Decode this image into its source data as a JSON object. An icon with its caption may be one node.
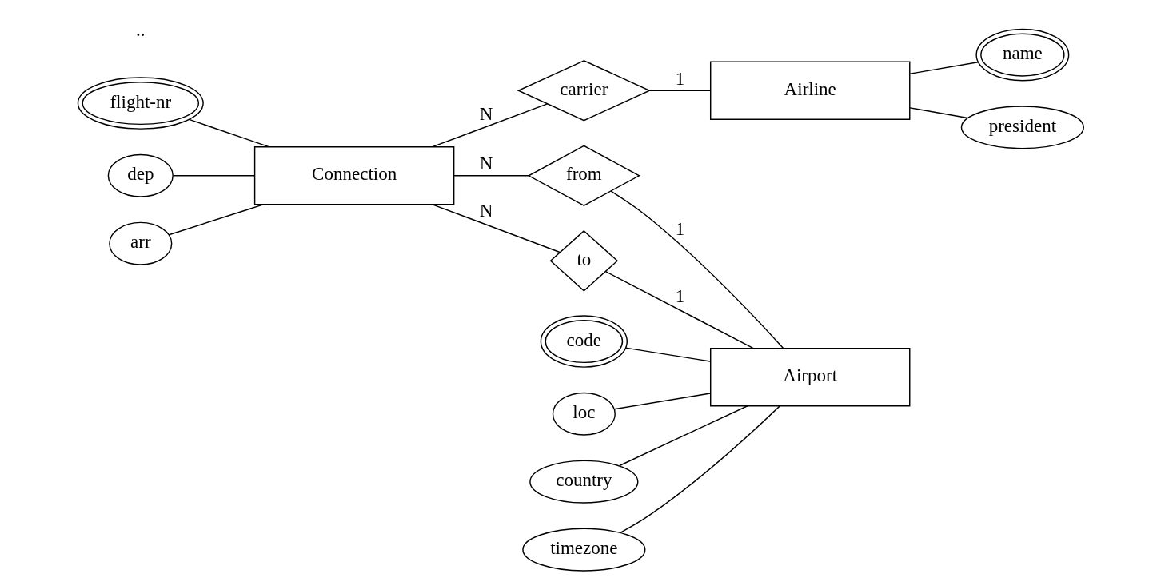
{
  "diagram": {
    "nodes": [
      {
        "text": [
          "flight-nr"
        ]
      },
      {
        "text": [
          "dep"
        ]
      },
      {
        "text": [
          "arr"
        ]
      },
      {
        "text": [
          "Connection"
        ]
      },
      {
        "text": [
          "carrier"
        ]
      },
      {
        "text": [
          "Airline"
        ]
      },
      {
        "text": [
          "name"
        ]
      },
      {
        "text": [
          "president"
        ]
      },
      {
        "text": [
          "from"
        ]
      },
      {
        "text": [
          "to"
        ]
      },
      {
        "text": [
          "code"
        ]
      },
      {
        "text": [
          "loc"
        ]
      },
      {
        "text": [
          "country"
        ]
      },
      {
        "text": [
          "timezone"
        ]
      },
      {
        "text": [
          "Airport"
        ]
      }
    ],
    "edges": [
      {
        "from": 0,
        "to": 3,
        "arrow": "none"
      },
      {
        "from": 1,
        "to": 3,
        "arrow": "none"
      },
      {
        "from": 2,
        "to": 3,
        "arrow": "none"
      },
      {
        "from": 3,
        "to": 4,
        "arrow": "none",
        "label": "N"
      },
      {
        "from": 4,
        "to": 5,
        "arrow": "none",
        "label": "1"
      },
      {
        "from": 5,
        "to": 6,
        "arrow": "none"
      },
      {
        "from": 5,
        "to": 7,
        "arrow": "none"
      },
      {
        "from": 3,
        "to": 8,
        "arrow": "none",
        "label": "N"
      },
      {
        "from": 3,
        "to": 9,
        "arrow": "none",
        "label": "N"
      },
      {
        "from": 8,
        "to": 14,
        "arrow": "none",
        "label": "1"
      },
      {
        "from": 9,
        "to": 14,
        "arrow": "none",
        "label": "1"
      },
      {
        "from": 10,
        "to": 14,
        "arrow": "none"
      },
      {
        "from": 11,
        "to": 14,
        "arrow": "none"
      },
      {
        "from": 12,
        "to": 14,
        "arrow": "none"
      },
      {
        "from": 13,
        "to": 14,
        "arrow": "none"
      }
    ],
    "labels": [
      ".."
    ]
  }
}
